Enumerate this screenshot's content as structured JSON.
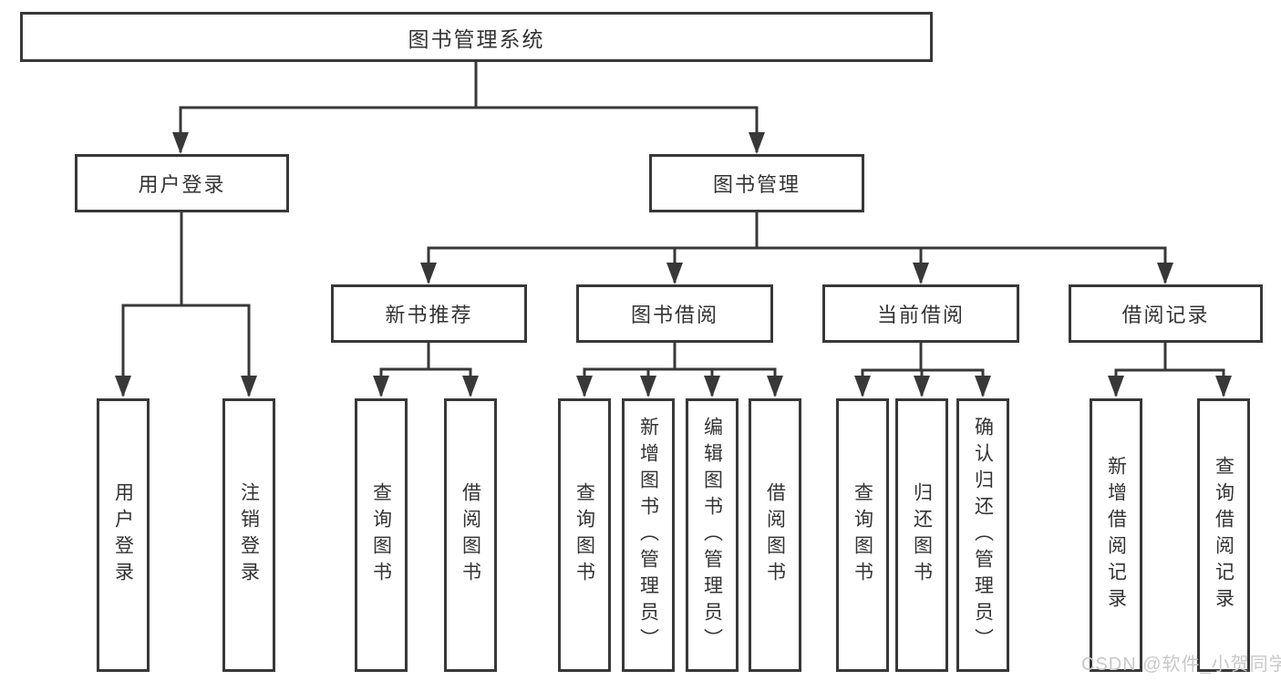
{
  "diagram": {
    "tree": {
      "label": "图书管理系统",
      "children": [
        {
          "label": "用户登录",
          "children": [
            {
              "label": "用户登录"
            },
            {
              "label": "注销登录"
            }
          ]
        },
        {
          "label": "图书管理",
          "children": [
            {
              "label": "新书推荐",
              "children": [
                {
                  "label": "查询图书"
                },
                {
                  "label": "借阅图书"
                }
              ]
            },
            {
              "label": "图书借阅",
              "children": [
                {
                  "label": "查询图书"
                },
                {
                  "label": "新增图书（管理员）"
                },
                {
                  "label": "编辑图书（管理员）"
                },
                {
                  "label": "借阅图书"
                }
              ]
            },
            {
              "label": "当前借阅",
              "children": [
                {
                  "label": "查询图书"
                },
                {
                  "label": "归还图书"
                },
                {
                  "label": "确认归还（管理员）"
                }
              ]
            },
            {
              "label": "借阅记录",
              "children": [
                {
                  "label": "新增借阅记录"
                },
                {
                  "label": "查询借阅记录"
                }
              ]
            }
          ]
        }
      ]
    },
    "colors": {
      "line": "#383838",
      "box_border": "#383838",
      "box_background": "#ffffff",
      "text": "#333333",
      "watermark": "#c8c8c8",
      "page_background": "#ffffff"
    }
  },
  "watermark": "CSDN @软件_小贺同学"
}
